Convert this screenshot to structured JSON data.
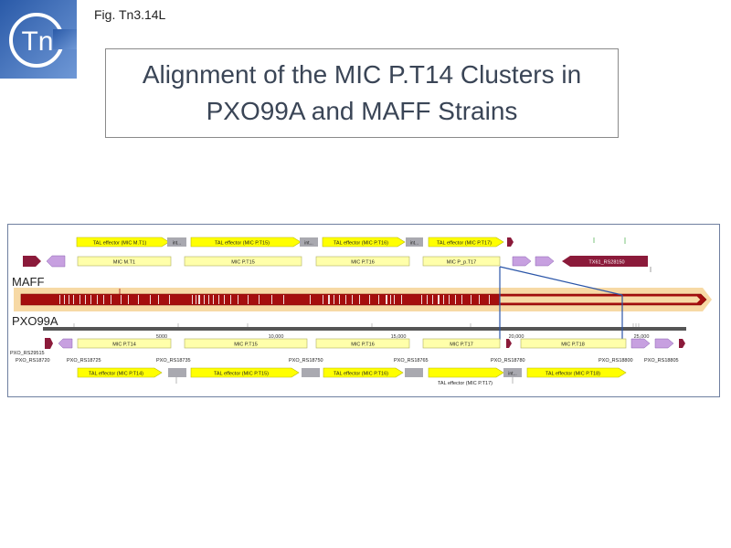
{
  "header": {
    "fig_label": "Fig. Tn3.14L",
    "title": "Alignment of the MIC P.T14 Clusters in PXO99A and MAFF Strains",
    "logo_text": "Tn"
  },
  "strains": {
    "top": "MAFF",
    "bottom": "PXO99A"
  },
  "colors": {
    "tal_effector": "#ffff00",
    "mic_region": "#ffffaa",
    "intergenic": "#a9a9b0",
    "purple_gene": "#c7a0e0",
    "maroon_gene": "#8b1a3a",
    "alignment_bar": "#a50e0e",
    "alignment_halo": "#f7d9a5",
    "connector": "#2a55a8"
  },
  "maff": {
    "tal_row": [
      {
        "label": "TAL effector (MIC M.T1)"
      },
      {
        "label": "int..."
      },
      {
        "label": "TAL effector (MIC P.T15)"
      },
      {
        "label": "int..."
      },
      {
        "label": "TAL effector (MIC P.T16)"
      },
      {
        "label": "int..."
      },
      {
        "label": "TAL effector (MIC P.T17)"
      }
    ],
    "mic_row": [
      {
        "label": "MIC M.T1"
      },
      {
        "label": "MIC P.T15"
      },
      {
        "label": "MIC P.T16"
      },
      {
        "label": "MIC P_p.T17"
      }
    ],
    "right_gene": "TX61_RS28150"
  },
  "ruler": {
    "ticks": [
      "5000",
      "10,000",
      "15,000",
      "20,000",
      "25,000"
    ]
  },
  "pxo": {
    "mic_row": [
      {
        "label": "MIC P.T14"
      },
      {
        "label": "MIC P.T15"
      },
      {
        "label": "MIC P.T16"
      },
      {
        "label": "MIC P.T17"
      },
      {
        "label": "MIC P.T18"
      }
    ],
    "locus_tags": [
      "PXO_RS29515",
      "PXO_RS18720",
      "PXO_RS18725",
      "PXO_RS18735",
      "PXO_RS18750",
      "PXO_RS18765",
      "PXO_RS18780",
      "PXO_RS18800",
      "PXO_RS18805"
    ],
    "tal_row": [
      {
        "label": "TAL effector (MIC P.T14)"
      },
      {
        "label": "TAL effector (MIC P.T15)"
      },
      {
        "label": "TAL effector (MIC P.T16)"
      },
      {
        "label": "TAL effector (MIC P.T17)"
      },
      {
        "label": "int..."
      },
      {
        "label": "TAL effector (MIC P.T18)"
      }
    ]
  }
}
